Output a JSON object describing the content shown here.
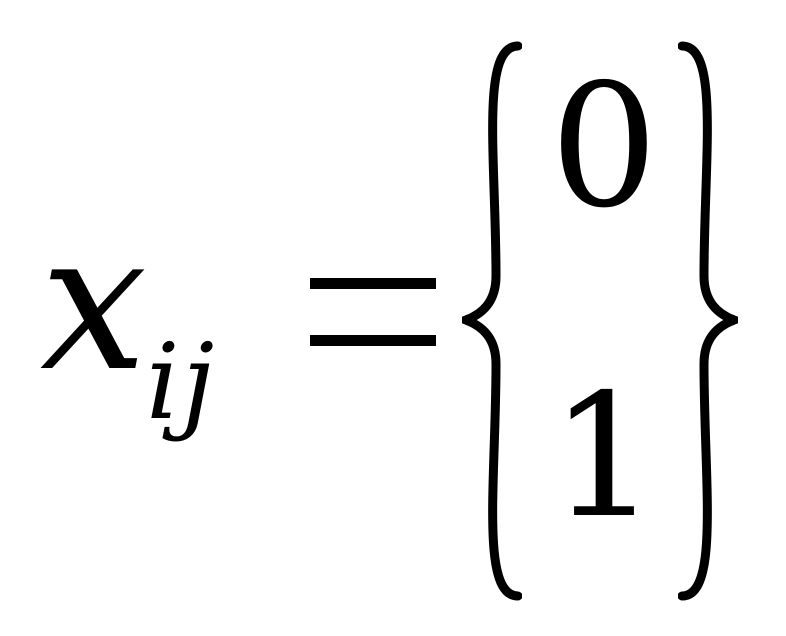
{
  "formula": {
    "lhs": {
      "variable": "x",
      "subscript": "ij"
    },
    "operator": "=",
    "rhs": {
      "values": [
        "0",
        "1"
      ]
    }
  }
}
